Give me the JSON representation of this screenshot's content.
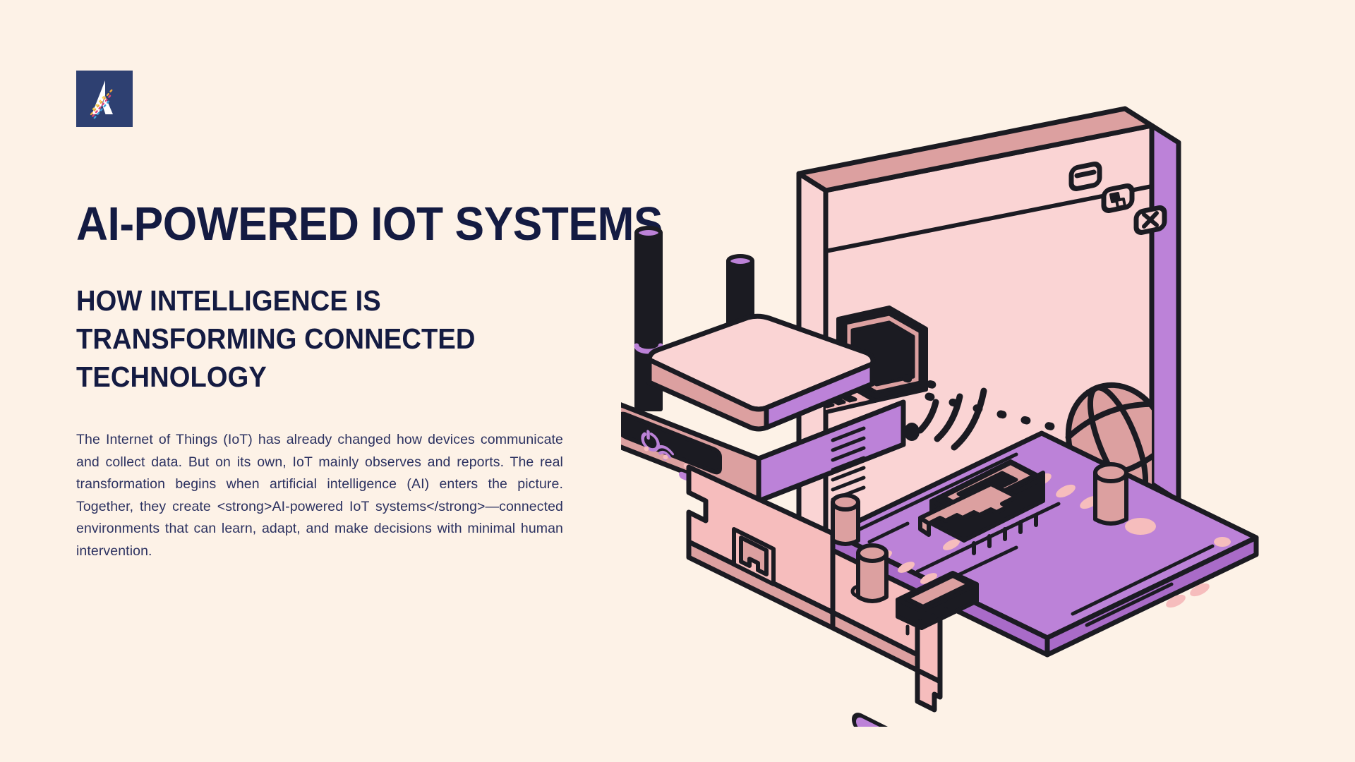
{
  "page": {
    "background_color": "#FDF2E7",
    "ink_color": "#141B42",
    "body_color": "#2B3160"
  },
  "brand": {
    "logo_name": "company-logo",
    "logo_background": "#2E4071",
    "logo_letter": "A",
    "logo_stripe_colors": [
      "#F2A93B",
      "#E0457B",
      "#3FA0E0",
      "#F5D547"
    ]
  },
  "hero": {
    "headline": "AI-POWERED IOT SYSTEMS",
    "subheadline": "HOW INTELLIGENCE IS TRANSFORMING CONNECTED TECHNOLOGY",
    "body": "The Internet of Things (IoT) has already changed how devices communicate and collect data. But on its own, IoT mainly observes and reports. The real transformation begins when artificial intelligence (AI) enters the picture. Together, they create <strong>AI-powered IoT systems</strong>—connected environments that can learn, adapt, and make decisions with minimal human intervention."
  },
  "illustration": {
    "name": "isometric-iot-illustration",
    "palette": {
      "outline": "#1B1B22",
      "cream": "#FDF2E7",
      "pink_light": "#FAD4D4",
      "pink_mid": "#F6BDBD",
      "rose_shade": "#DCA0A0",
      "rose_deep": "#CE9898",
      "purple": "#BC82D8",
      "purple_dark": "#A96BC8",
      "black": "#1B1B22"
    },
    "window": {
      "name": "browser-window",
      "controls": [
        {
          "name": "minimize-button",
          "glyph": "minus"
        },
        {
          "name": "restore-button",
          "glyph": "overlapping-squares"
        },
        {
          "name": "close-button",
          "glyph": "x"
        }
      ],
      "contents": [
        {
          "name": "laptop-icon"
        },
        {
          "name": "wifi-signal-icon"
        },
        {
          "name": "dotted-connection-line"
        },
        {
          "name": "globe-icon"
        }
      ]
    },
    "router": {
      "name": "wifi-router",
      "antennas": 2,
      "front_panel": {
        "indicators": [
          {
            "name": "power-icon",
            "glyph": "power"
          },
          {
            "name": "wifi-icon",
            "glyph": "wifi"
          },
          {
            "name": "led-indicator-1"
          },
          {
            "name": "led-indicator-2"
          },
          {
            "name": "led-indicator-3"
          }
        ]
      },
      "vent_slots": 7
    },
    "circuit_board": {
      "name": "network-interface-card",
      "components": [
        {
          "name": "main-processor-chip"
        },
        {
          "name": "secondary-chip"
        },
        {
          "name": "capacitor-1"
        },
        {
          "name": "capacitor-2"
        },
        {
          "name": "capacitor-3"
        },
        {
          "name": "ethernet-port"
        },
        {
          "name": "pci-bracket"
        }
      ]
    }
  }
}
